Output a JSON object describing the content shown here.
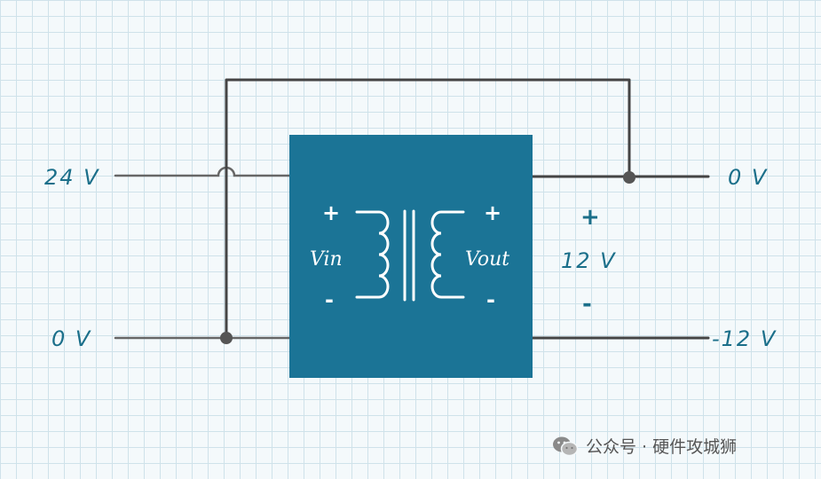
{
  "colors": {
    "module_fill": "#1b7496",
    "label_color": "#1b6f8a",
    "wire_color": "#444444",
    "grid_color": "#cfe2ea",
    "background": "#f4f9fb"
  },
  "inputs": {
    "top": "24 V",
    "bottom": "0 V"
  },
  "outputs": {
    "top": "0 V",
    "bottom": "-12 V"
  },
  "output_voltage": {
    "label": "12 V",
    "plus": "+",
    "minus": "-"
  },
  "module": {
    "vin_label": "Vin",
    "vout_label": "Vout",
    "vin_plus": "+",
    "vin_minus": "-",
    "vout_plus": "+",
    "vout_minus": "-",
    "symbol_icon": "transformer-icon"
  },
  "watermark": {
    "icon": "wechat-icon",
    "text": "公众号 · 硬件攻城狮"
  }
}
